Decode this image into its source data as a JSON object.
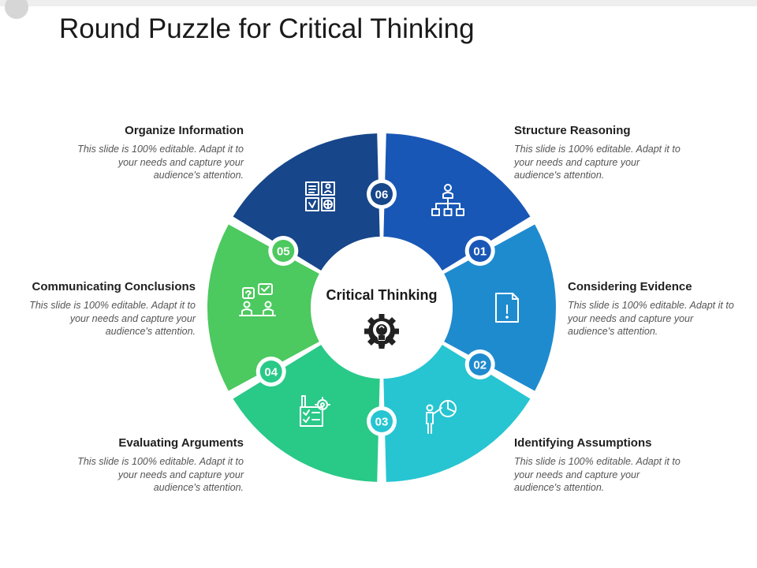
{
  "title": "Round Puzzle for Critical Thinking",
  "center": {
    "label": "Critical Thinking",
    "icon": "lightbulb-gear-icon"
  },
  "segments": [
    {
      "number": "01",
      "title": "Structure Reasoning",
      "description": "This slide is 100% editable. Adapt it to your needs and capture your audience's attention.",
      "color": "#1857b6",
      "icon": "org-hierarchy-icon"
    },
    {
      "number": "02",
      "title": "Considering Evidence",
      "description": "This slide is 100% editable. Adapt it to your needs and capture your audience's attention.",
      "color": "#1f8bcf",
      "icon": "document-alert-icon"
    },
    {
      "number": "03",
      "title": "Identifying Assumptions",
      "description": "This slide is 100% editable. Adapt it to your needs and capture your audience's attention.",
      "color": "#26c5d1",
      "icon": "presenter-chart-icon"
    },
    {
      "number": "04",
      "title": "Evaluating Arguments",
      "description": "This slide is 100% editable. Adapt it to your needs and capture your audience's attention.",
      "color": "#29c988",
      "icon": "checklist-gear-icon"
    },
    {
      "number": "05",
      "title": "Communicating Conclusions",
      "description": "This slide is 100% editable. Adapt it to your needs and capture your audience's attention.",
      "color": "#4cc95f",
      "icon": "people-discussion-icon"
    },
    {
      "number": "06",
      "title": "Organize Information",
      "description": "This slide is 100% editable. Adapt it to your needs and capture your audience's attention.",
      "color": "#17468a",
      "icon": "organize-grid-icon"
    }
  ]
}
